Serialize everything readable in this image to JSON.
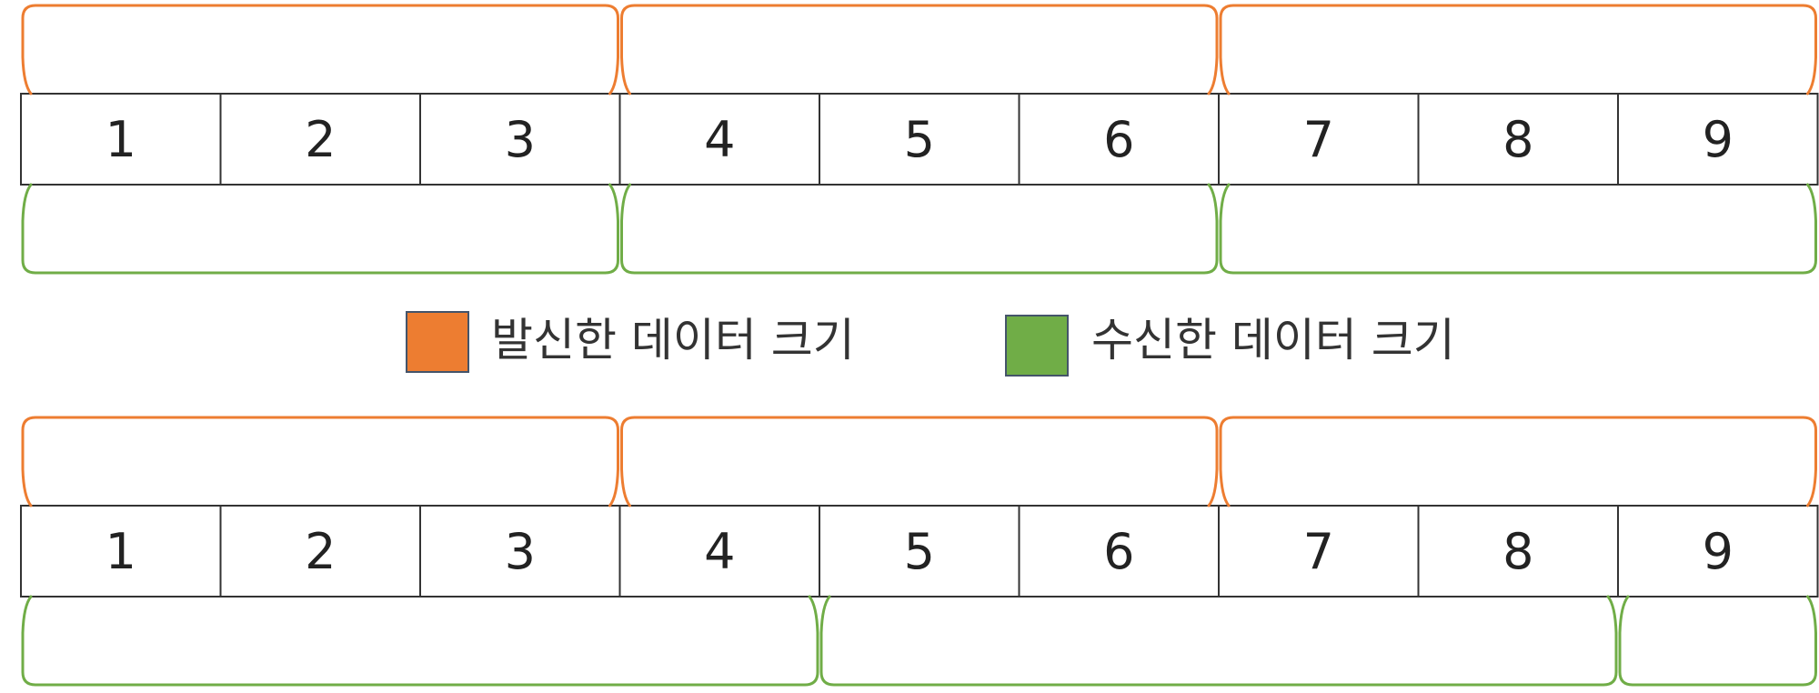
{
  "colors": {
    "sent": "#ED7D31",
    "received": "#70AD47",
    "cell_border": "#333333",
    "legend_border": "#44546A"
  },
  "top_row": {
    "cells": [
      "1",
      "2",
      "3",
      "4",
      "5",
      "6",
      "7",
      "8",
      "9"
    ],
    "sent_groups": [
      [
        1,
        3
      ],
      [
        4,
        6
      ],
      [
        7,
        9
      ]
    ],
    "received_groups": [
      [
        1,
        3
      ],
      [
        4,
        6
      ],
      [
        7,
        9
      ]
    ]
  },
  "bottom_row": {
    "cells": [
      "1",
      "2",
      "3",
      "4",
      "5",
      "6",
      "7",
      "8",
      "9"
    ],
    "sent_groups": [
      [
        1,
        3
      ],
      [
        4,
        6
      ],
      [
        7,
        9
      ]
    ],
    "received_groups": [
      [
        1,
        4
      ],
      [
        5,
        8
      ],
      [
        9,
        9
      ]
    ]
  },
  "legend": {
    "sent_label": "발신한 데이터 크기",
    "received_label": "수신한 데이터 크기"
  }
}
